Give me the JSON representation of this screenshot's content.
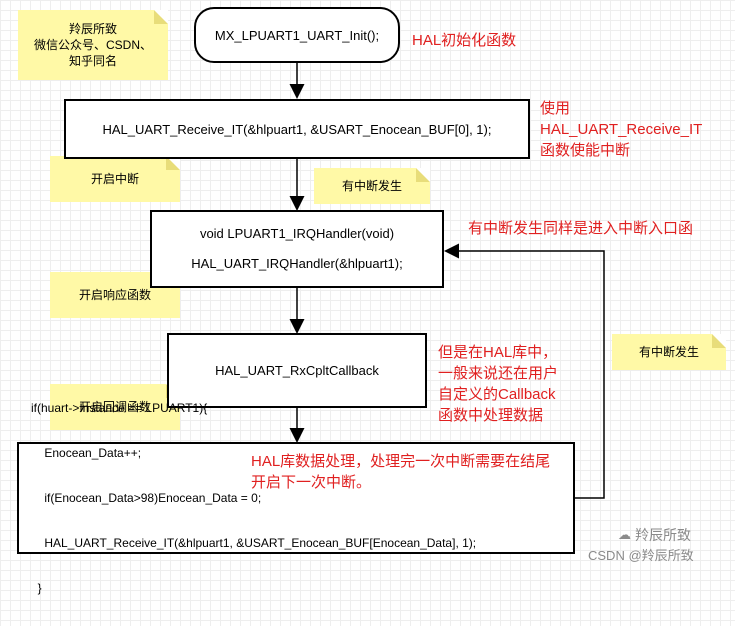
{
  "notes": {
    "author": [
      "羚辰所致",
      "微信公众号、CSDN、",
      "知乎同名"
    ],
    "enable_interrupt": "开启中断",
    "interrupt_occurs_1": "有中断发生",
    "enable_response_function": "开启响应函数",
    "enable_callback_function": "开启回调函数",
    "interrupt_occurs_2": "有中断发生"
  },
  "boxes": {
    "init": "MX_LPUART1_UART_Init();",
    "receive_it": "HAL_UART_Receive_IT(&hlpuart1, &USART_Enocean_BUF[0], 1);",
    "irq_handler_line1": "void LPUART1_IRQHandler(void)",
    "irq_handler_line2": "HAL_UART_IRQHandler(&hlpuart1);",
    "callback": "HAL_UART_RxCpltCallback",
    "code_lines": [
      "if(huart->Instance == LPUART1){",
      "    Enocean_Data++;",
      "    if(Enocean_Data>98)Enocean_Data = 0;",
      "    HAL_UART_Receive_IT(&hlpuart1, &USART_Enocean_BUF[Enocean_Data], 1);",
      "  }"
    ]
  },
  "annotations": {
    "hal_init": "HAL初始化函数",
    "use_receive_it": [
      "使用",
      "HAL_UART_Receive_IT",
      "函数使能中断"
    ],
    "same_entry": "有中断发生同样是进入中断入口函",
    "callback_note": [
      "但是在HAL库中，",
      "一般来说还在用户",
      "自定义的Callback",
      "函数中处理数据"
    ],
    "processing_note": [
      "HAL库数据处理，处理完一次中断需要在结尾",
      "开启下一次中断。"
    ]
  },
  "watermark": {
    "brand": "羚辰所致",
    "csdn": "CSDN @羚辰所致"
  },
  "colors": {
    "note_fill": "#fff9a6",
    "annotation_red": "#e02020",
    "border": "#000000"
  }
}
